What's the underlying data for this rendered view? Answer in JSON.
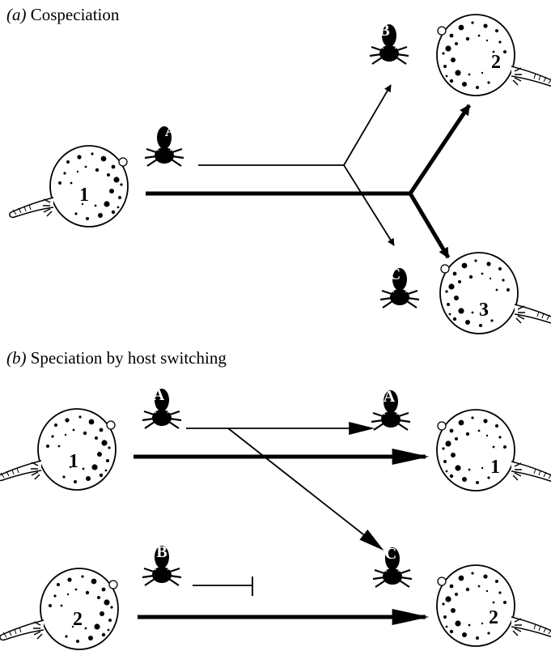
{
  "panels": [
    {
      "tag": "(a)",
      "title": "Cospeciation",
      "parasites": [
        "A",
        "B",
        "C"
      ],
      "hosts": [
        "1",
        "2",
        "3"
      ]
    },
    {
      "tag": "(b)",
      "title": "Speciation by host switching",
      "parasites": [
        "A",
        "B",
        "A",
        "C"
      ],
      "hosts": [
        "1",
        "2",
        "1",
        "2"
      ]
    }
  ]
}
